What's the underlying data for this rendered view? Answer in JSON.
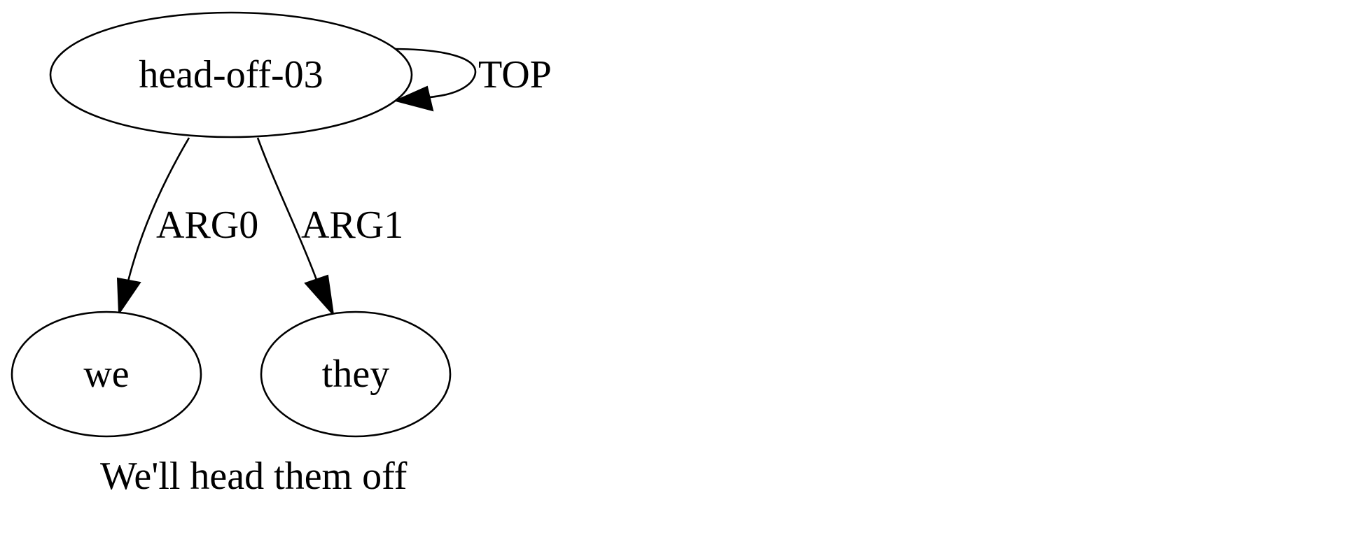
{
  "graph": {
    "nodes": [
      {
        "id": "head-off-03",
        "label": "head-off-03"
      },
      {
        "id": "we",
        "label": "we"
      },
      {
        "id": "they",
        "label": "they"
      }
    ],
    "edges": [
      {
        "from": "head-off-03",
        "to": "head-off-03",
        "label": "TOP"
      },
      {
        "from": "head-off-03",
        "to": "we",
        "label": "ARG0"
      },
      {
        "from": "head-off-03",
        "to": "they",
        "label": "ARG1"
      }
    ],
    "caption": "We'll head them off"
  },
  "colors": {
    "stroke": "#000000",
    "background": "#ffffff"
  }
}
